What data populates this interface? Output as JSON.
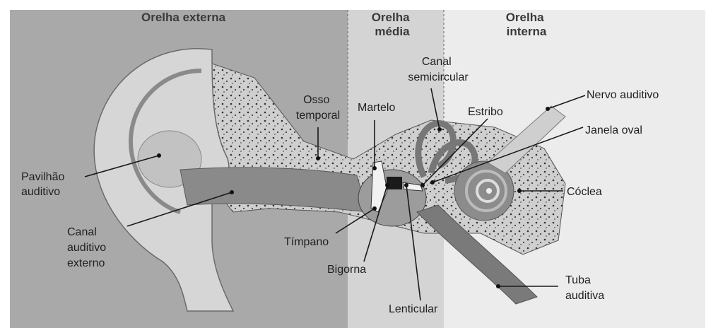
{
  "regions": {
    "external": "Orelha externa",
    "middle": [
      "Orelha",
      "média"
    ],
    "internal": [
      "Orelha",
      "interna"
    ]
  },
  "labels": {
    "pinna": [
      "Pavilhão",
      "auditivo"
    ],
    "ear_canal": [
      "Canal",
      "auditivo",
      "externo"
    ],
    "temporal_bone": [
      "Osso",
      "temporal"
    ],
    "hammer": "Martelo",
    "semicircular_canal": [
      "Canal",
      "semicircular"
    ],
    "stirrup": "Estribo",
    "auditory_nerve": "Nervo auditivo",
    "oval_window": "Janela oval",
    "cochlea": "Cóclea",
    "eardrum": "Tímpano",
    "anvil": "Bigorna",
    "lenticular": "Lenticular",
    "auditory_tube": [
      "Tuba",
      "auditiva"
    ]
  },
  "colors": {
    "external_bg": "#a9a9a9",
    "middle_bg": "#d4d4d4",
    "internal_bg": "#ececec"
  }
}
